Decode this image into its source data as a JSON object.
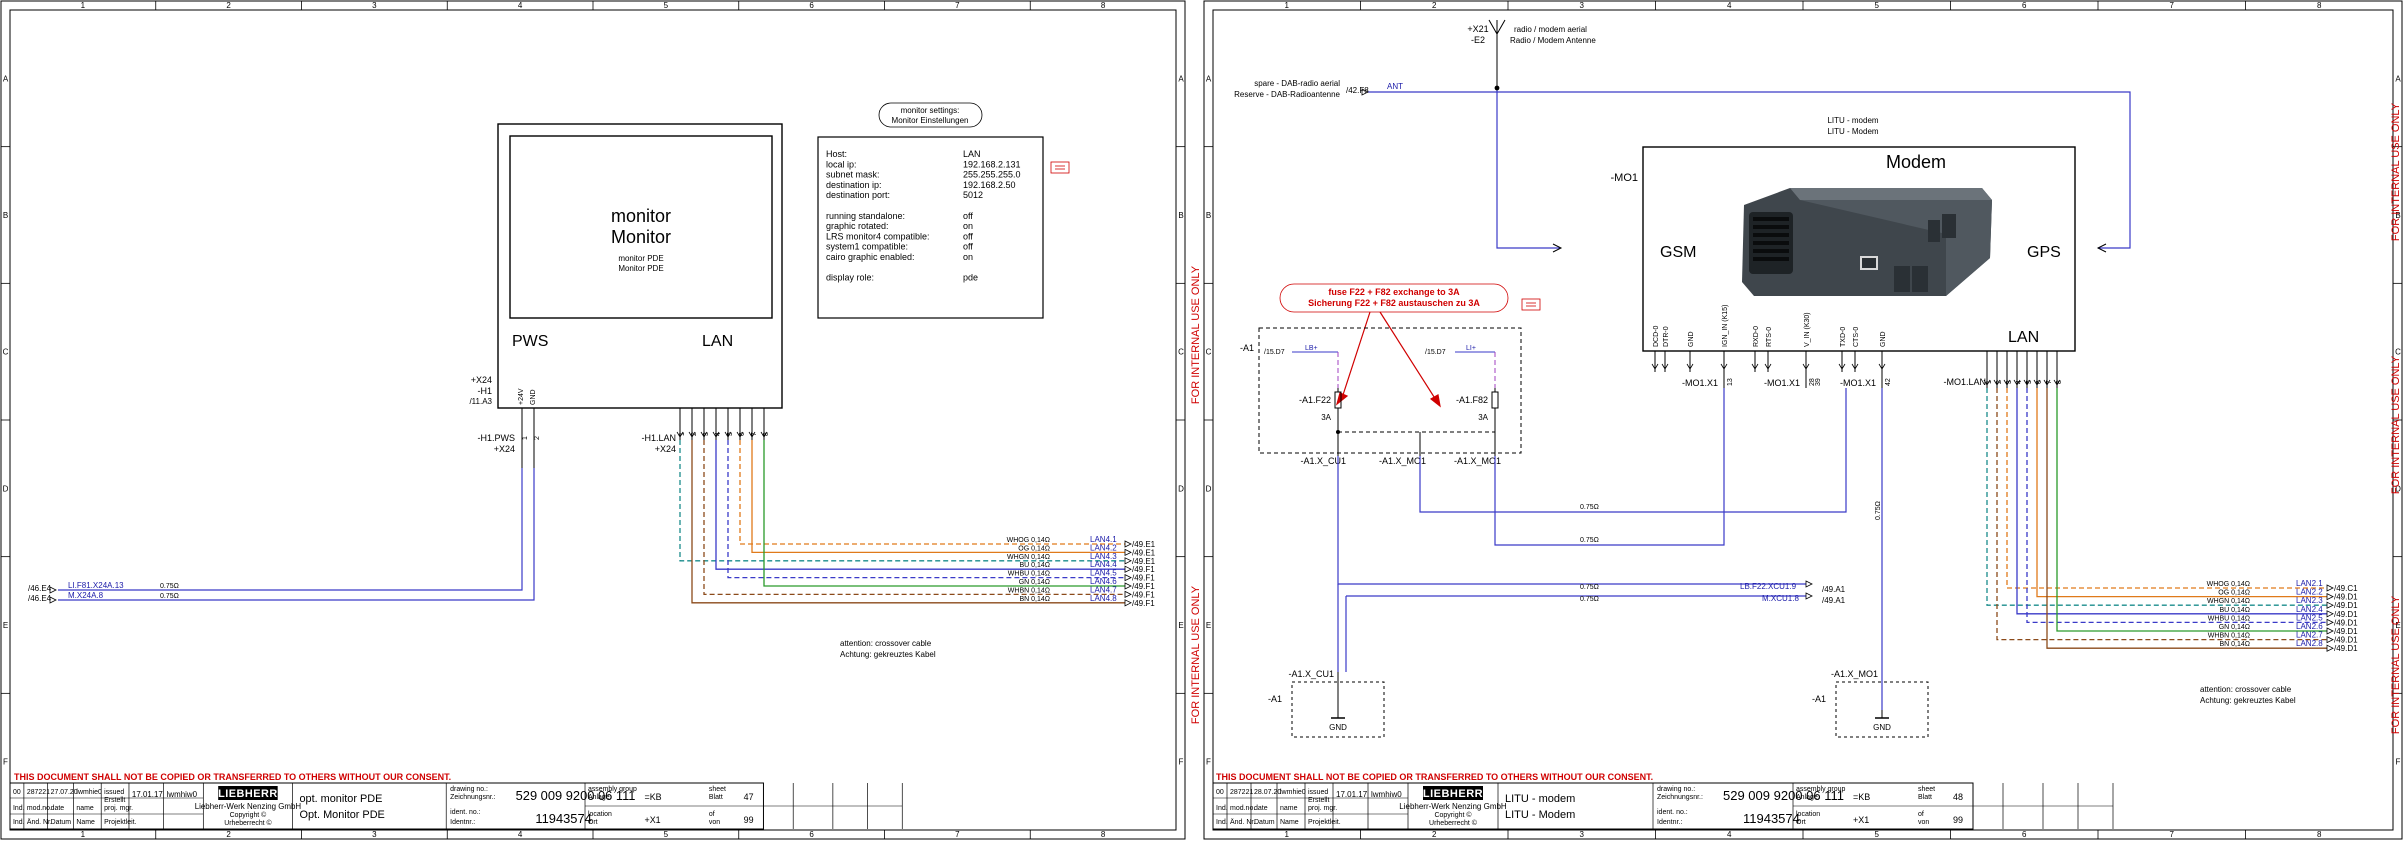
{
  "grid": {
    "columns": [
      "1",
      "2",
      "3",
      "4",
      "5",
      "6",
      "7",
      "8"
    ],
    "rows": [
      "A",
      "B",
      "C",
      "D",
      "E",
      "F"
    ]
  },
  "side_stamp": "FOR INTERNAL USE ONLY",
  "copy_warning": "THIS DOCUMENT SHALL NOT BE COPIED OR TRANSFERRED TO OTHERS WITHOUT OUR CONSENT.",
  "colors": {
    "blue_wire": "#3a3ac8",
    "red_note": "#d00000",
    "orange": "#e07a1a",
    "teal": "#1a8c8c",
    "green": "#2a9a2a",
    "brown": "#8b4a1a"
  },
  "left": {
    "monitor": {
      "title_en": "monitor",
      "title_de": "Monitor",
      "sub_en": "monitor PDE",
      "sub_de": "Monitor PDE",
      "pws": "PWS",
      "lan": "LAN"
    },
    "x24_tag": [
      "+X24",
      "-H1",
      "/11.A3"
    ],
    "pws_pins": [
      "+24V",
      "GND"
    ],
    "pws_pin_nums": [
      "1",
      "2"
    ],
    "pws_conn": [
      "-H1.PWS",
      "+X24"
    ],
    "lan_conn": [
      "-H1.LAN",
      "+X24"
    ],
    "lan_pins": [
      "1",
      "2",
      "3",
      "4",
      "5",
      "6",
      "7",
      "8"
    ],
    "settings_title": [
      "monitor settings:",
      "Monitor Einstellungen"
    ],
    "settings": [
      {
        "k": "Host:",
        "v": "LAN"
      },
      {
        "k": "local ip:",
        "v": "192.168.2.131"
      },
      {
        "k": "subnet mask:",
        "v": "255.255.255.0"
      },
      {
        "k": "destination ip:",
        "v": "192.168.2.50"
      },
      {
        "k": "destination port:",
        "v": "5012"
      },
      {
        "k": "",
        "v": ""
      },
      {
        "k": "running standalone:",
        "v": "off"
      },
      {
        "k": "graphic rotated:",
        "v": "on"
      },
      {
        "k": "LRS monitor4 compatible:",
        "v": "off"
      },
      {
        "k": "system1 compatible:",
        "v": "off"
      },
      {
        "k": "cairo graphic enabled:",
        "v": "on"
      },
      {
        "k": "",
        "v": ""
      },
      {
        "k": "display role:",
        "v": "pde"
      }
    ],
    "power_wires": [
      {
        "ref": "/46.E4",
        "label": "LI.F81.X24A.13",
        "size": "0.75Ω"
      },
      {
        "ref": "/46.E4",
        "label": "M.X24A.8",
        "size": "0.75Ω"
      }
    ],
    "lan_wires": [
      {
        "color": "WHOG",
        "size": "0,14Ω",
        "lan": "LAN4.1",
        "ref": "/49.E1"
      },
      {
        "color": "OG",
        "size": "0,14Ω",
        "lan": "LAN4.2",
        "ref": "/49.E1"
      },
      {
        "color": "WHGN",
        "size": "0,14Ω",
        "lan": "LAN4.3",
        "ref": "/49.E1"
      },
      {
        "color": "BU",
        "size": "0,14Ω",
        "lan": "LAN4.4",
        "ref": "/49.F1"
      },
      {
        "color": "WHBU",
        "size": "0,14Ω",
        "lan": "LAN4.5",
        "ref": "/49.F1"
      },
      {
        "color": "GN",
        "size": "0,14Ω",
        "lan": "LAN4.6",
        "ref": "/49.F1"
      },
      {
        "color": "WHBN",
        "size": "0,14Ω",
        "lan": "LAN4.7",
        "ref": "/49.F1"
      },
      {
        "color": "BN",
        "size": "0,14Ω",
        "lan": "LAN4.8",
        "ref": "/49.F1"
      }
    ],
    "crossover_note": [
      "attention: crossover cable",
      "Achtung: gekreuztes Kabel"
    ]
  },
  "right": {
    "antenna": {
      "tag": [
        "+X21",
        "-E2"
      ],
      "desc": [
        "radio / modem aerial",
        "Radio / Modem Antenne"
      ]
    },
    "spare_aerial": {
      "desc": [
        "spare - DAB-radio aerial",
        "Reserve - DAB-Radioantenne"
      ],
      "ref": "/42.F8",
      "label": "ANT"
    },
    "modem": {
      "header": [
        "LITU - modem",
        "LITU - Modem"
      ],
      "title": "Modem",
      "id": "-MO1",
      "gsm": "GSM",
      "gps": "GPS",
      "lan": "LAN"
    },
    "modem_pins": [
      "DCD-0",
      "DTR-0",
      "GND",
      "IGN_IN (K15)",
      "RXD-0",
      "RTS-0",
      "V_IN (K30)",
      "TXD-0",
      "CTS-0",
      "GND"
    ],
    "x1_labels": [
      "-MO1.X1",
      "-MO1.X1",
      "-MO1.X1"
    ],
    "x1_nums": [
      "13",
      "28",
      "39",
      "42"
    ],
    "fuse_note": [
      "fuse F22 + F82 exchange to 3A",
      "Sicherung F22 + F82 austauschen zu 3A"
    ],
    "a1": {
      "id": "-A1",
      "ref1": "/15.D7",
      "lb1": "LB+",
      "ref2": "/15.D7",
      "lb2": "LI+",
      "fuse1": "-A1.F22",
      "fuse2": "-A1.F82",
      "amp": "3A",
      "conns": [
        "-A1.X_CU1",
        "-A1.X_MO1",
        "-A1.X_MO1"
      ]
    },
    "bottom_wires": [
      {
        "label": "LB.F22.XCU1.9",
        "size": "0.75Ω",
        "ref": "/49.A1"
      },
      {
        "label": "M.XCU1.8",
        "size": "0.75Ω",
        "ref": "/49.A1"
      }
    ],
    "mid_sizes": [
      "0.75Ω",
      "0.75Ω"
    ],
    "gnd_boxes": [
      {
        "conn": "-A1.X_CU1",
        "id": "-A1",
        "label": "GND"
      },
      {
        "conn": "-A1.X_MO1",
        "id": "-A1",
        "label": "GND"
      }
    ],
    "lan_conn": "-MO1.LAN",
    "lan_wires": [
      {
        "color": "WHOG",
        "size": "0,14Ω",
        "lan": "LAN2.1",
        "ref": "/49.C1"
      },
      {
        "color": "OG",
        "size": "0,14Ω",
        "lan": "LAN2.2",
        "ref": "/49.D1"
      },
      {
        "color": "WHGN",
        "size": "0,14Ω",
        "lan": "LAN2.3",
        "ref": "/49.D1"
      },
      {
        "color": "BU",
        "size": "0,14Ω",
        "lan": "LAN2.4",
        "ref": "/49.D1"
      },
      {
        "color": "WHBU",
        "size": "0,14Ω",
        "lan": "LAN2.5",
        "ref": "/49.D1"
      },
      {
        "color": "GN",
        "size": "0,14Ω",
        "lan": "LAN2.6",
        "ref": "/49.D1"
      },
      {
        "color": "WHBN",
        "size": "0,14Ω",
        "lan": "LAN2.7",
        "ref": "/49.D1"
      },
      {
        "color": "BN",
        "size": "0,14Ω",
        "lan": "LAN2.8",
        "ref": "/49.D1"
      }
    ],
    "crossover_note": [
      "attention: crossover cable",
      "Achtung: gekreuztes Kabel"
    ]
  },
  "title_blocks": [
    {
      "rev": {
        "idx": "00",
        "change_no": "287221",
        "date": "27.07.20",
        "name": "lwmhie0"
      },
      "issued": "17.01.17",
      "issuer": "lwmhiw0",
      "company": "LIEBHERR",
      "company_sub": "Liebherr-Werk Nenzing GmbH",
      "title_en": "opt. monitor PDE",
      "title_de": "Opt. Monitor PDE",
      "drawing_no": "529 009 9200 06 111",
      "ident_no": "11943574",
      "assembly": "=KB",
      "location": "+X1",
      "sheet": "47",
      "of": "99"
    },
    {
      "rev": {
        "idx": "00",
        "change_no": "287221",
        "date": "28.07.20",
        "name": "lwmhie0"
      },
      "issued": "17.01.17",
      "issuer": "lwmhiw0",
      "company": "LIEBHERR",
      "company_sub": "Liebherr-Werk Nenzing GmbH",
      "title_en": "LITU - modem",
      "title_de": "LITU - Modem",
      "drawing_no": "529 009 9200 06 111",
      "ident_no": "11943574",
      "assembly": "=KB",
      "location": "+X1",
      "sheet": "48",
      "of": "99"
    }
  ],
  "tb_labels": {
    "ind": "Ind.",
    "mod_no": "mod.no.",
    "date": "date",
    "name": "name",
    "aend": "Änd. Nr.",
    "datum": "Datum",
    "name_de": "Name",
    "issued": "issued",
    "erstellt": "Erstellt",
    "prj": "proj. mgr.",
    "projektleit": "Projektleit.",
    "copyright": "Copyright ©",
    "urheber": "Urheberrecht ©",
    "drawing_no": "drawing no.:",
    "zeichnungsnr": "Zeichnungsnr.:",
    "ident_no": "ident. no.:",
    "identnr": "Identnr.:",
    "assembly": "assembly group",
    "anlage": "Anlage",
    "location": "location",
    "ort": "Ort",
    "sheet": "sheet",
    "blatt": "Blatt",
    "of": "of",
    "von": "von"
  }
}
